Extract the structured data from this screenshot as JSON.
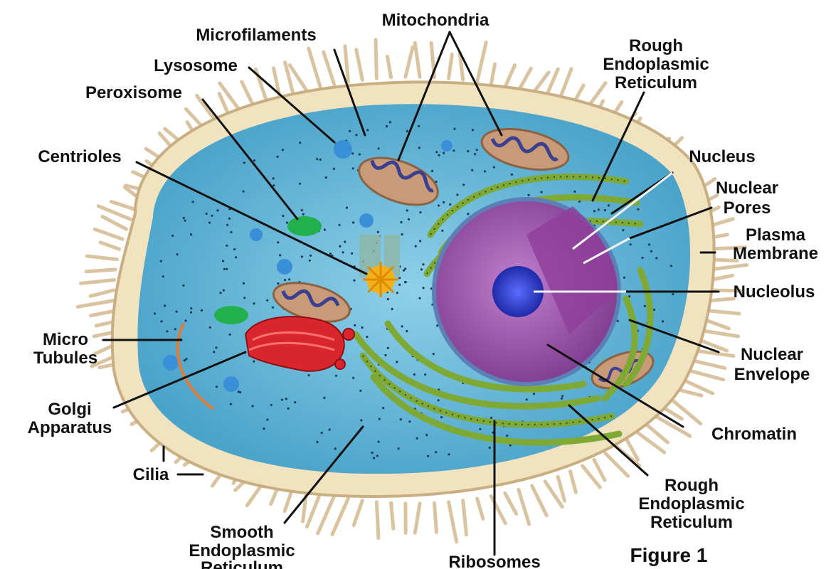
{
  "labels": {
    "mitochondria": "Mitochondria",
    "microfilaments": "Microfilaments",
    "lysosome": "Lysosome",
    "peroxisome": "Peroxisome",
    "centrioles": "Centrioles",
    "rough_er_top": [
      "Rough",
      "Endoplasmic",
      "Reticulum"
    ],
    "nucleus": "Nucleus",
    "nuclear_pores": [
      "Nuclear",
      "Pores"
    ],
    "plasma_membrane": [
      "Plasma",
      "Membrane"
    ],
    "nucleolus": "Nucleolus",
    "nuclear_envelope": [
      "Nuclear",
      "Envelope"
    ],
    "chromatin": "Chromatin",
    "rough_er_bottom": [
      "Rough",
      "Endoplasmic",
      "Reticulum"
    ],
    "micro_tubules": [
      "Micro",
      "Tubules"
    ],
    "golgi_apparatus": [
      "Golgi",
      "Apparatus"
    ],
    "cilia": "Cilia",
    "smooth_er": [
      "Smooth",
      "Endoplasmic",
      "Reticulum"
    ],
    "ribosomes": "Ribosomes",
    "figure": "Figure 1"
  },
  "colors": {
    "cytoplasm": "#5fb3d6",
    "membrane": "#f1e3c0",
    "cilia": "#d9c3a0",
    "nucleus": "#9b4fa5",
    "nucleolus": "#2f3fd6",
    "golgi": "#d8262c",
    "rough_er": "#7fa935",
    "mitochondria": "#c89a78",
    "peroxisome": "#22b14c"
  }
}
